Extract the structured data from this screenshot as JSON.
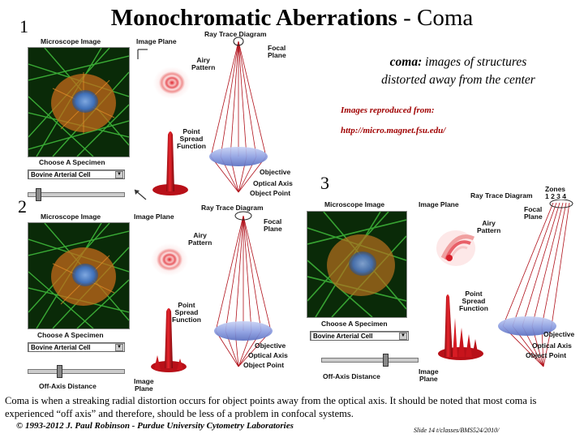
{
  "slide": {
    "title_bold": "Monochromatic Aberrations",
    "title_rest": " - Coma",
    "coma_term": "coma:",
    "coma_description_line1": " images of structures",
    "coma_description_line2": "distorted away from the center",
    "source_label": "Images reproduced from:",
    "source_url": "http://micro.magnet.fsu.edu/",
    "caption": "Coma is when a streaking radial distortion occurs for object points away from the optical axis. It should be noted that most coma is experienced “off axis” and therefore, should be less of a problem in confocal systems.",
    "footer": "© 1993-2012 J. Paul Robinson - Purdue University Cytometry Laboratories",
    "slide_id": "Slide 14  t/classes/BMS524/2010/"
  },
  "panels": [
    {
      "number": "1",
      "microscope_image": "Microscope Image",
      "image_plane": "Image Plane",
      "ray_trace": "Ray Trace Diagram",
      "focal_plane_1": "Focal",
      "focal_plane_2": "Plane",
      "airy_1": "Airy",
      "airy_2": "Pattern",
      "psf_1": "Point",
      "psf_2": "Spread",
      "psf_3": "Function",
      "objective": "Objective",
      "optical_axis": "Optical Axis",
      "object_point": "Object Point",
      "choose_specimen": "Choose A Specimen",
      "specimen_value": "Bovine Arterial Cell"
    },
    {
      "number": "2",
      "microscope_image": "Microscope Image",
      "image_plane": "Image Plane",
      "ray_trace": "Ray Trace Diagram",
      "focal_plane_1": "Focal",
      "focal_plane_2": "Plane",
      "airy_1": "Airy",
      "airy_2": "Pattern",
      "psf_1": "Point",
      "psf_2": "Spread",
      "psf_3": "Function",
      "objective": "Objective",
      "optical_axis": "Optical Axis",
      "object_point": "Object Point",
      "choose_specimen": "Choose A Specimen",
      "specimen_value": "Bovine Arterial Cell",
      "off_axis": "Off-Axis Distance",
      "image_plane_2a": "Image",
      "image_plane_2b": "Plane"
    },
    {
      "number": "3",
      "microscope_image": "Microscope Image",
      "image_plane": "Image Plane",
      "ray_trace": "Ray Trace Diagram",
      "zones": "Zones",
      "zones_nums": "1 2 3 4",
      "focal_plane_1": "Focal",
      "focal_plane_2": "Plane",
      "airy_1": "Airy",
      "airy_2": "Pattern",
      "psf_1": "Point",
      "psf_2": "Spread",
      "psf_3": "Function",
      "objective": "Objective",
      "optical_axis": "Optical Axis",
      "object_point": "Object Point",
      "choose_specimen": "Choose A Specimen",
      "specimen_value": "Bovine Arterial Cell",
      "off_axis": "Off-Axis Distance",
      "image_plane_2a": "Image",
      "image_plane_2b": "Plane"
    }
  ],
  "colors": {
    "source_text": "#a00000",
    "psf_red": "#c8141c",
    "lens_blue": "#8fa0e0",
    "ray_red": "#b0101a"
  }
}
